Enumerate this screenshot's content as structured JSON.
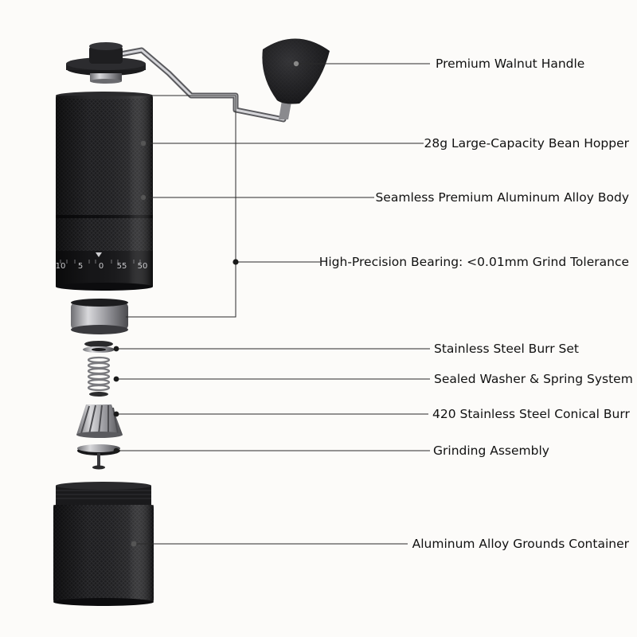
{
  "colors": {
    "background": "#fcfbf9",
    "body_black": "#1c1c1e",
    "steel": "#b9b9bd",
    "leader_line": "#2a2a2a"
  },
  "dial": {
    "ticks": [
      "10",
      "5",
      "0",
      "55",
      "50"
    ]
  },
  "callouts": [
    {
      "name": "premium-walnut-handle",
      "text": "Premium Walnut Handle"
    },
    {
      "name": "bean-hopper",
      "text": "28g Large-Capacity Bean Hopper"
    },
    {
      "name": "alloy-body",
      "text": "Seamless Premium Aluminum Alloy Body"
    },
    {
      "name": "bearing",
      "text": "High-Precision Bearing: <0.01mm Grind Tolerance"
    },
    {
      "name": "burr-set",
      "text": "Stainless Steel Burr Set"
    },
    {
      "name": "washer-spring",
      "text": "Sealed Washer & Spring System"
    },
    {
      "name": "conical-burr",
      "text": "420 Stainless Steel Conical Burr"
    },
    {
      "name": "grinding-assembly",
      "text": "Grinding Assembly"
    },
    {
      "name": "grounds-container",
      "text": "Aluminum Alloy Grounds Container"
    }
  ]
}
